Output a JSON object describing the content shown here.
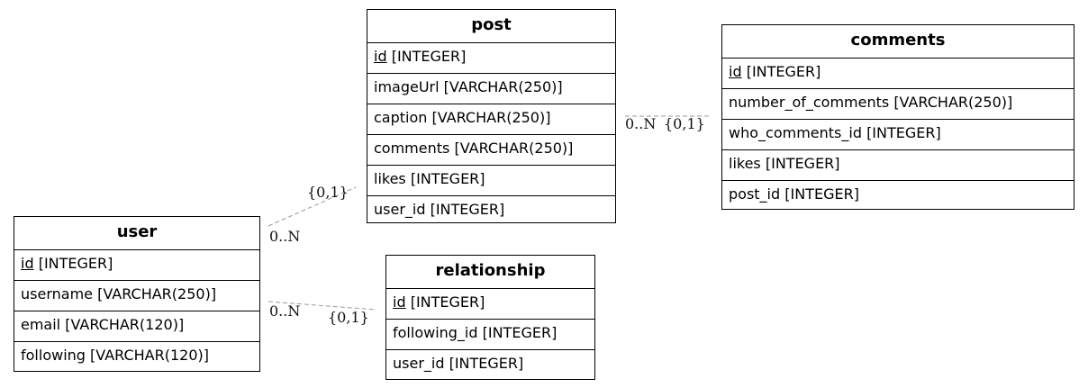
{
  "entities": {
    "post": {
      "title": "post",
      "attributes": [
        {
          "name": "id",
          "type": "[INTEGER]",
          "pk": true
        },
        {
          "name": "imageUrl",
          "type": "[VARCHAR(250)]",
          "pk": false
        },
        {
          "name": "caption",
          "type": "[VARCHAR(250)]",
          "pk": false
        },
        {
          "name": "comments",
          "type": "[VARCHAR(250)]",
          "pk": false
        },
        {
          "name": "likes",
          "type": "[INTEGER]",
          "pk": false
        },
        {
          "name": "user_id",
          "type": "[INTEGER]",
          "pk": false
        }
      ]
    },
    "comments": {
      "title": "comments",
      "attributes": [
        {
          "name": "id",
          "type": "[INTEGER]",
          "pk": true
        },
        {
          "name": "number_of_comments",
          "type": "[VARCHAR(250)]",
          "pk": false
        },
        {
          "name": "who_comments_id",
          "type": "[INTEGER]",
          "pk": false
        },
        {
          "name": "likes",
          "type": "[INTEGER]",
          "pk": false
        },
        {
          "name": "post_id",
          "type": "[INTEGER]",
          "pk": false
        }
      ]
    },
    "user": {
      "title": "user",
      "attributes": [
        {
          "name": "id",
          "type": "[INTEGER]",
          "pk": true
        },
        {
          "name": "username",
          "type": "[VARCHAR(250)]",
          "pk": false
        },
        {
          "name": "email",
          "type": "[VARCHAR(120)]",
          "pk": false
        },
        {
          "name": "following",
          "type": "[VARCHAR(120)]",
          "pk": false
        }
      ]
    },
    "relationship": {
      "title": "relationship",
      "attributes": [
        {
          "name": "id",
          "type": "[INTEGER]",
          "pk": true
        },
        {
          "name": "following_id",
          "type": "[INTEGER]",
          "pk": false
        },
        {
          "name": "user_id",
          "type": "[INTEGER]",
          "pk": false
        }
      ]
    }
  },
  "relations": {
    "user_post": {
      "from_label": "0..N",
      "to_label": "{0,1}"
    },
    "post_comments": {
      "from_label": "0..N",
      "to_label": "{0,1}"
    },
    "user_relationship": {
      "from_label": "0..N",
      "to_label": "{0,1}"
    }
  },
  "colors": {
    "line": "#9a9a9a",
    "border": "#000000",
    "background": "#ffffff"
  }
}
